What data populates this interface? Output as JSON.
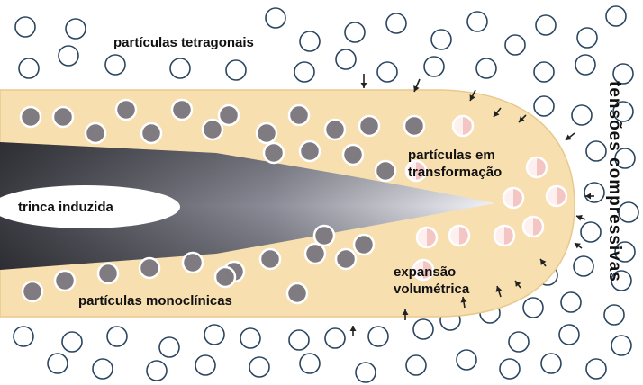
{
  "labels": {
    "tetragonal": "partículas tetragonais",
    "crack": "trinca induzida",
    "transforming_line1": "partículas em",
    "transforming_line2": "transformação",
    "expansion_line1": "expansão",
    "expansion_line2": "volumétrica",
    "monoclinic": "partículas monoclínicas",
    "compressive": "tensões compressivas"
  },
  "colors": {
    "background": "#ffffff",
    "zone_fill": "#f7dfb0",
    "tetragonal_ring": "#2a4560",
    "monoclinic_fill": "#807b80",
    "monoclinic_ring": "#ffffff",
    "transforming_fill": "#f3c6c4",
    "crack_dark": "#4a4a52",
    "crack_light": "#f2f2f8",
    "arrow": "#222222"
  }
}
